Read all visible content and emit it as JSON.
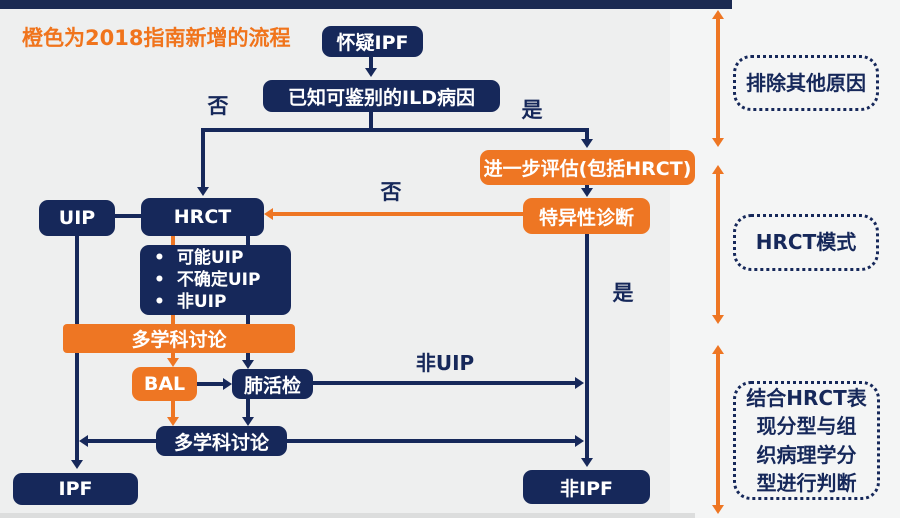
{
  "title": "橙色为2018指南新增的流程",
  "bullet_char": "•",
  "nodes": {
    "suspect_ipf": "怀疑IPF",
    "known_ild": "已知可鉴别的ILD病因",
    "further_eval": "进一步评估(包括HRCT)",
    "specific_dx": "特异性诊断",
    "uip": "UIP",
    "hrct": "HRCT",
    "hrct_patterns": [
      "可能UIP",
      "不确定UIP",
      "非UIP"
    ],
    "mdd_1": "多学科讨论",
    "bal": "BAL",
    "lung_biopsy": "肺活检",
    "mdd_2": "多学科讨论",
    "ipf": "IPF",
    "non_ipf": "非IPF"
  },
  "edge_labels": {
    "no_1": "否",
    "yes_1": "是",
    "no_2": "否",
    "yes_2": "是",
    "non_uip": "非UIP"
  },
  "annotations": {
    "stage_1": "排除其他原因",
    "stage_2": "HRCT模式",
    "stage_3": "结合HRCT表\n现分型与组\n织病理学分\n型进行判断"
  },
  "colors": {
    "navy": "#16285a",
    "orange": "#ee7623",
    "title-orange": "#f0741c",
    "background": "#eeefef",
    "panel": "#f4f5f5"
  }
}
